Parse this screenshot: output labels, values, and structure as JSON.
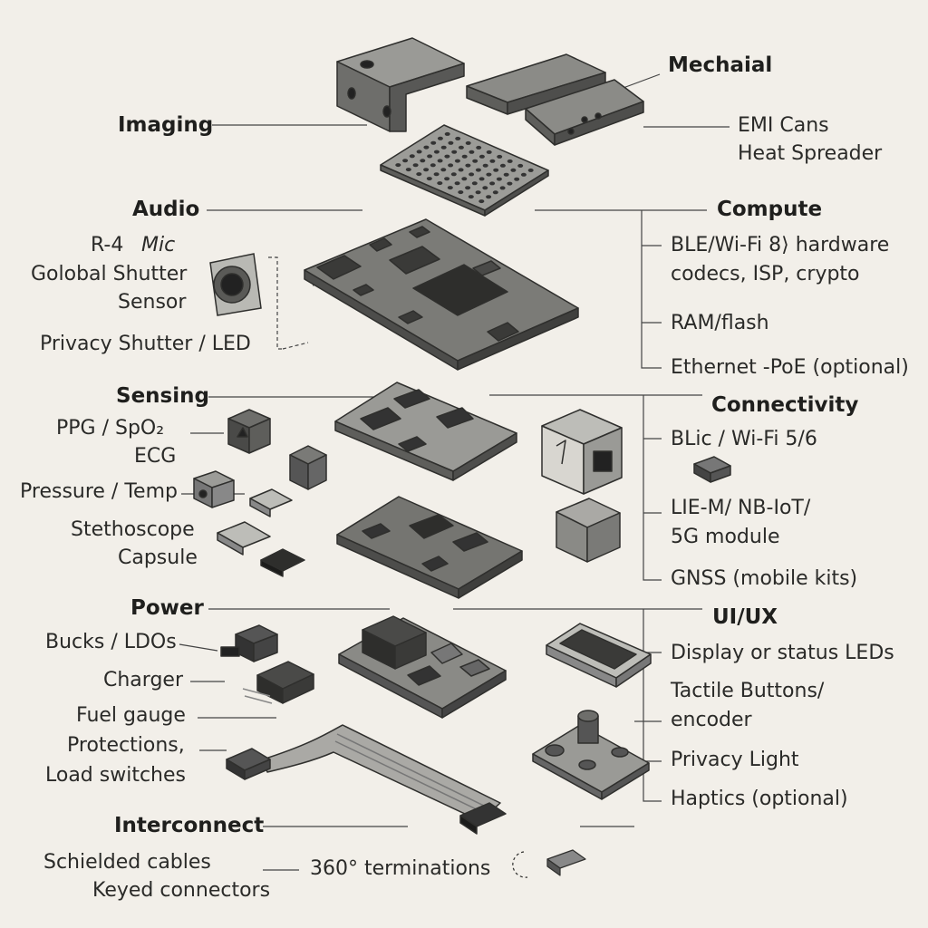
{
  "left": {
    "imaging": "Imaging",
    "audio": "Audio",
    "r4": "R-4",
    "mic": "Mic",
    "golobal_shutter": "Golobal Shutter",
    "sensor": "Sensor",
    "privacy_shutter_led": "Privacy Shutter / LED",
    "sensing": "Sensing",
    "ppg_spo2": "PPG / SpO₂",
    "ecg": "ECG",
    "pressure_temp": "Pressure / Temp",
    "stethoscope": "Stethoscope",
    "capsule": "Capsule",
    "power": "Power",
    "bucks_ldos": "Bucks / LDOs",
    "charger": "Charger",
    "fuel_gauge": "Fuel gauge",
    "protections": "Protections,",
    "load_switches": "Load switches",
    "interconnect": "Interconnect",
    "schielded_cables": "Schielded cables",
    "keyed_connectors": "Keyed connectors"
  },
  "center": {
    "terminations": "360° terminations"
  },
  "right": {
    "mechaial": "Mechaial",
    "emi_cans": "EMI Cans",
    "heat_spreader": "Heat Spreader",
    "compute": "Compute",
    "ble_wifi8": "BLE/Wi-Fi 8⟩ hardware",
    "codecs": "codecs, ISP, crypto",
    "ram_flash": "RAM/flash",
    "ethernet_poe": "Ethernet -PoE (optional)",
    "connectivity": "Connectivity",
    "blic_wifi": "BLic / Wi-Fi 5/6",
    "lte_m": "LIE-M/ NB-IoT/",
    "five_g": "5G module",
    "gnss": "GNSS (mobile kits)",
    "uiux": "UI/UX",
    "display_leds": "Display or status LEDs",
    "tactile_buttons": "Tactile Buttons/",
    "encoder": "encoder",
    "privacy_light": "Privacy Light",
    "haptics": "Haptics (optional)"
  }
}
